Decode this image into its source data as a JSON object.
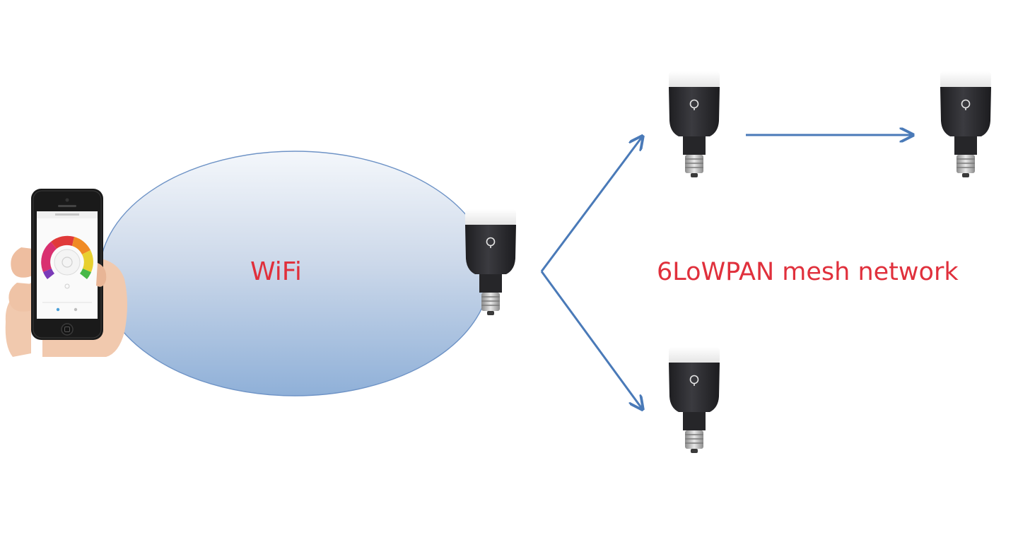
{
  "diagram": {
    "wifi_label": "WiFi",
    "mesh_label": "6LoWPAN mesh network"
  },
  "colors": {
    "label_red": "#e0303c",
    "arrow_blue": "#4a7ab8",
    "cloud_top": "#f4f7fb",
    "cloud_bottom": "#8fb0d8",
    "cloud_stroke": "#6e93c6",
    "bulb_body": "#2f2f33",
    "bulb_cap": "#f2f2f2",
    "bulb_base": "#c8c8c8",
    "phone_body": "#1a1a1a",
    "skin": "#f1c9ae"
  },
  "icons": {
    "phone": "smartphone-app-icon",
    "bulb": "led-bulb-icon",
    "cloud": "wifi-cloud-shape"
  }
}
